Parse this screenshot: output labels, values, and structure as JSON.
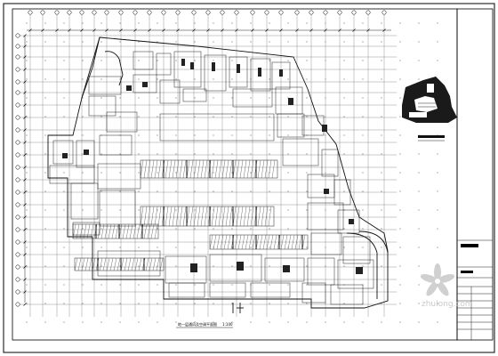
{
  "drawing": {
    "caption": "地—层通风及空调平面图",
    "scale_label": "1:100"
  },
  "watermark": {
    "text": "zhulong.com"
  },
  "colors": {
    "line": "#111111",
    "grid": "#8a8a8a",
    "paper": "#ffffff",
    "watermark": "#c8c8c8"
  }
}
